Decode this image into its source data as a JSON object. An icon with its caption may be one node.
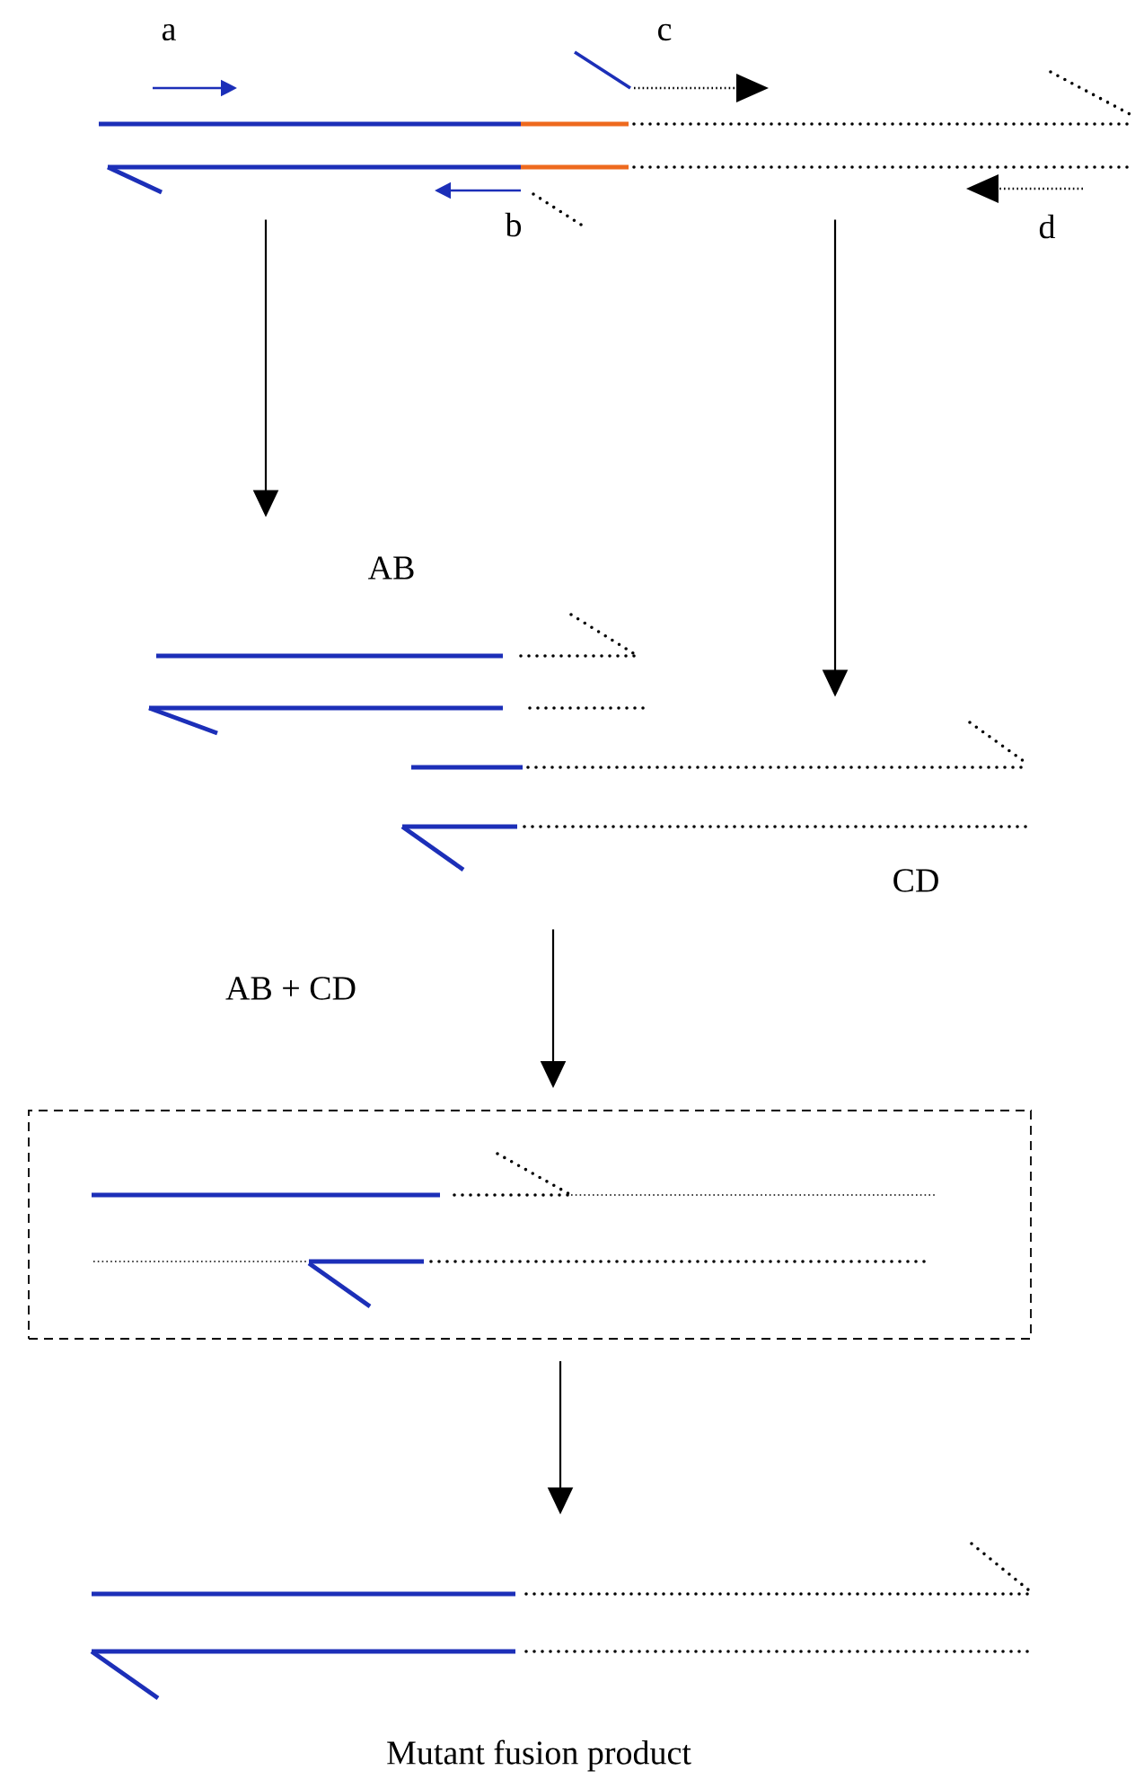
{
  "diagram": {
    "nodes": [
      {
        "text": [],
        "shape": "picture"
      },
      {
        "text": [
          "AB"
        ]
      },
      {
        "text": [
          "CD"
        ]
      },
      {
        "text": [],
        "shape": "box"
      },
      {
        "text": [
          "Mutant fusion product"
        ]
      }
    ],
    "edges": [
      {
        "from": 0,
        "to": 1,
        "arrow": "to"
      },
      {
        "from": 0,
        "to": 2,
        "arrow": "to"
      },
      {
        "from": 2,
        "to": 3,
        "arrow": "to"
      },
      {
        "from": 3,
        "to": 4,
        "arrow": "to"
      }
    ],
    "labels": [
      "a",
      "b",
      "c",
      "d",
      "AB + CD"
    ]
  }
}
